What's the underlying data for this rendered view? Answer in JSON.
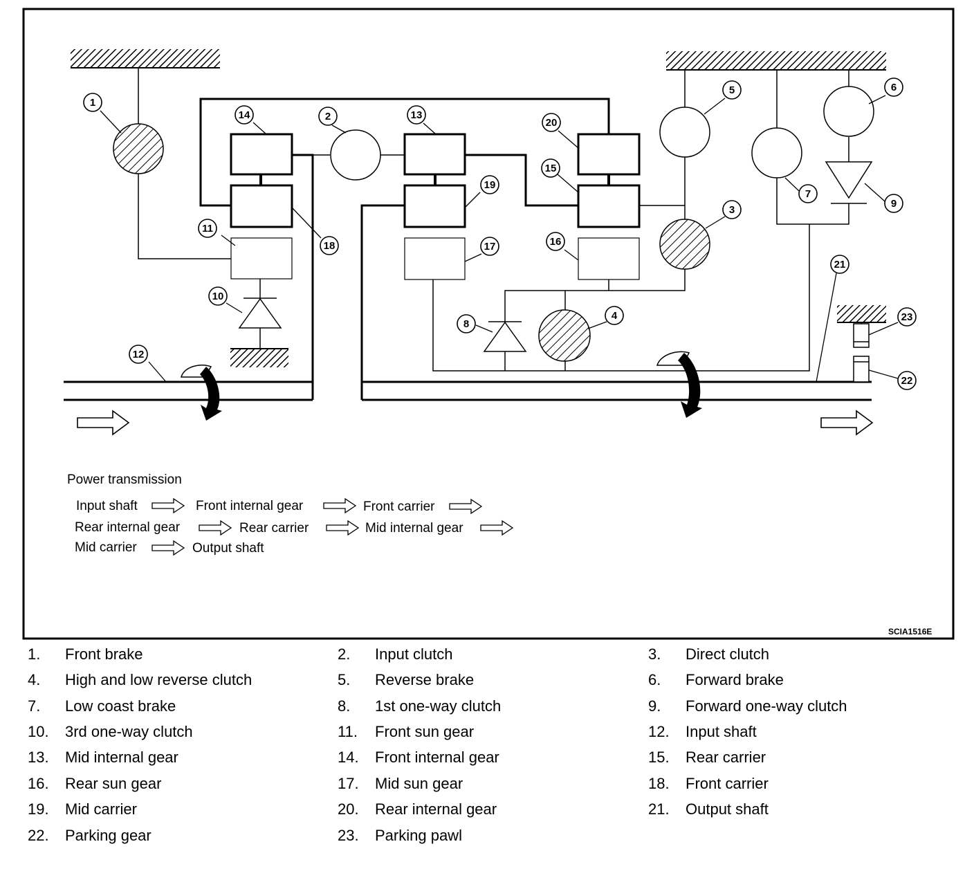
{
  "diagram_code": "SCIA1516E",
  "callouts": [
    "1",
    "2",
    "3",
    "4",
    "5",
    "6",
    "7",
    "8",
    "9",
    "10",
    "11",
    "12",
    "13",
    "14",
    "15",
    "16",
    "17",
    "18",
    "19",
    "20",
    "21",
    "22",
    "23"
  ],
  "power_transmission": {
    "title": "Power transmission",
    "line1": [
      "Input shaft",
      "Front internal gear",
      "Front carrier"
    ],
    "line2": [
      "Rear internal gear",
      "Rear carrier",
      "Mid internal gear"
    ],
    "line3": [
      "Mid carrier",
      "Output shaft"
    ]
  },
  "legend": [
    {
      "num": "1.",
      "label": "Front brake"
    },
    {
      "num": "2.",
      "label": "Input clutch"
    },
    {
      "num": "3.",
      "label": "Direct clutch"
    },
    {
      "num": "4.",
      "label": "High and low reverse clutch"
    },
    {
      "num": "5.",
      "label": "Reverse brake"
    },
    {
      "num": "6.",
      "label": "Forward brake"
    },
    {
      "num": "7.",
      "label": "Low coast brake"
    },
    {
      "num": "8.",
      "label": "1st one-way clutch"
    },
    {
      "num": "9.",
      "label": "Forward one-way clutch"
    },
    {
      "num": "10.",
      "label": "3rd one-way clutch"
    },
    {
      "num": "11.",
      "label": "Front sun gear"
    },
    {
      "num": "12.",
      "label": "Input shaft"
    },
    {
      "num": "13.",
      "label": "Mid internal gear"
    },
    {
      "num": "14.",
      "label": "Front internal gear"
    },
    {
      "num": "15.",
      "label": "Rear carrier"
    },
    {
      "num": "16.",
      "label": "Rear sun gear"
    },
    {
      "num": "17.",
      "label": "Mid sun gear"
    },
    {
      "num": "18.",
      "label": "Front carrier"
    },
    {
      "num": "19.",
      "label": "Mid carrier"
    },
    {
      "num": "20.",
      "label": "Rear internal gear"
    },
    {
      "num": "21.",
      "label": "Output shaft"
    },
    {
      "num": "22.",
      "label": "Parking gear"
    },
    {
      "num": "23.",
      "label": "Parking pawl"
    }
  ]
}
